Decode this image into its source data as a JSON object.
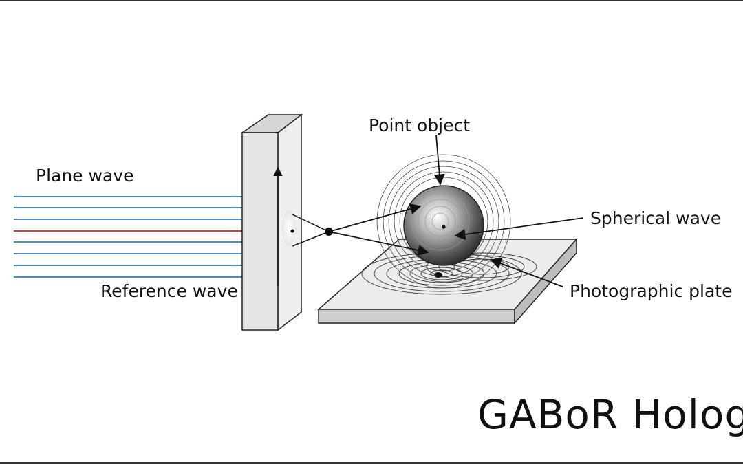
{
  "title": "GABoR Hologra",
  "labels": {
    "plane_wave": "Plane wave",
    "reference_wave": "Reference wave",
    "point_object": "Point object",
    "spherical_wave": "Spherical wave",
    "photographic_plate": "Photographic plate"
  },
  "colors": {
    "plane_wave_lines": "#4a8cc4",
    "reference_line": "#d9363e",
    "ink": "#111111",
    "block_face": "#e6e6e6",
    "plate_top": "#ececec"
  }
}
